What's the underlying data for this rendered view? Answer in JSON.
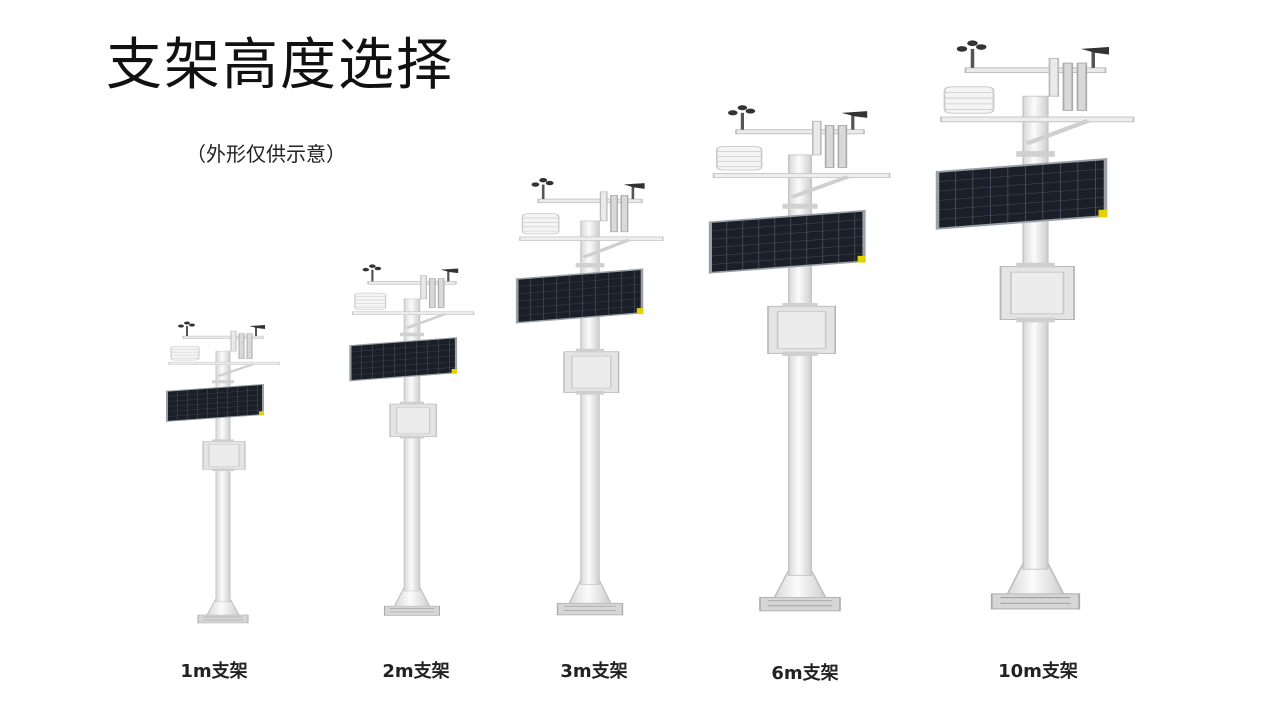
{
  "title": "支架高度选择",
  "subtitle": "（外形仅供示意）",
  "stations": [
    {
      "caption": "1m支架"
    },
    {
      "caption": "2m支架"
    },
    {
      "caption": "3m支架"
    },
    {
      "caption": "6m支架"
    },
    {
      "caption": "10m支架"
    }
  ],
  "colors": {
    "pole": "#f2f2f2",
    "pole_edge": "#c8c8c8",
    "panel": "#1b1f28",
    "panel_grid": "#4a5263",
    "box": "#e6e6e6",
    "accent": "#e2d300"
  }
}
